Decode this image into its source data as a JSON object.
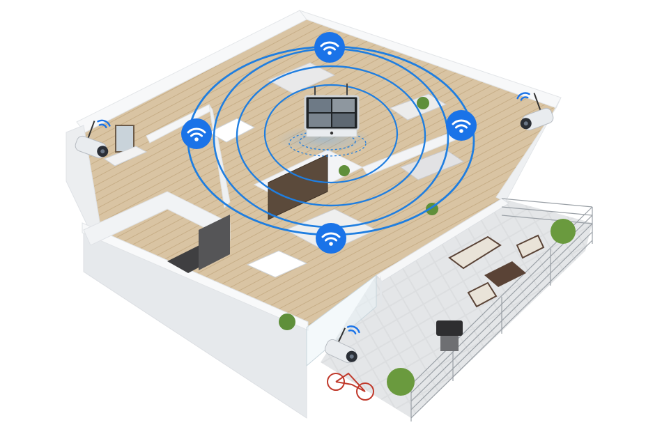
{
  "scene": {
    "description_visible": false,
    "colors": {
      "background": "#ffffff",
      "wall": "#f4f5f6",
      "wall_shadow": "#dfe2e6",
      "floor_wood": "#d8c3a1",
      "floor_tile": "#d9dbdd",
      "signal_ring": "#1f7ee0",
      "badge": "#1a73e8",
      "camera_body": "#e9ecef",
      "camera_lens": "#2b2f36",
      "plant": "#5f8f3a",
      "sofa": "#e6e6e6",
      "dark_furniture": "#4a4a4a",
      "bike": "#c0392b"
    },
    "icons": {
      "wifi_badge": "wifi-icon",
      "camera": "security-camera-icon",
      "nvr_monitor": "monitor-icon"
    },
    "wifi_badge_count": 4,
    "camera_count": 3,
    "ring_count": 4
  }
}
